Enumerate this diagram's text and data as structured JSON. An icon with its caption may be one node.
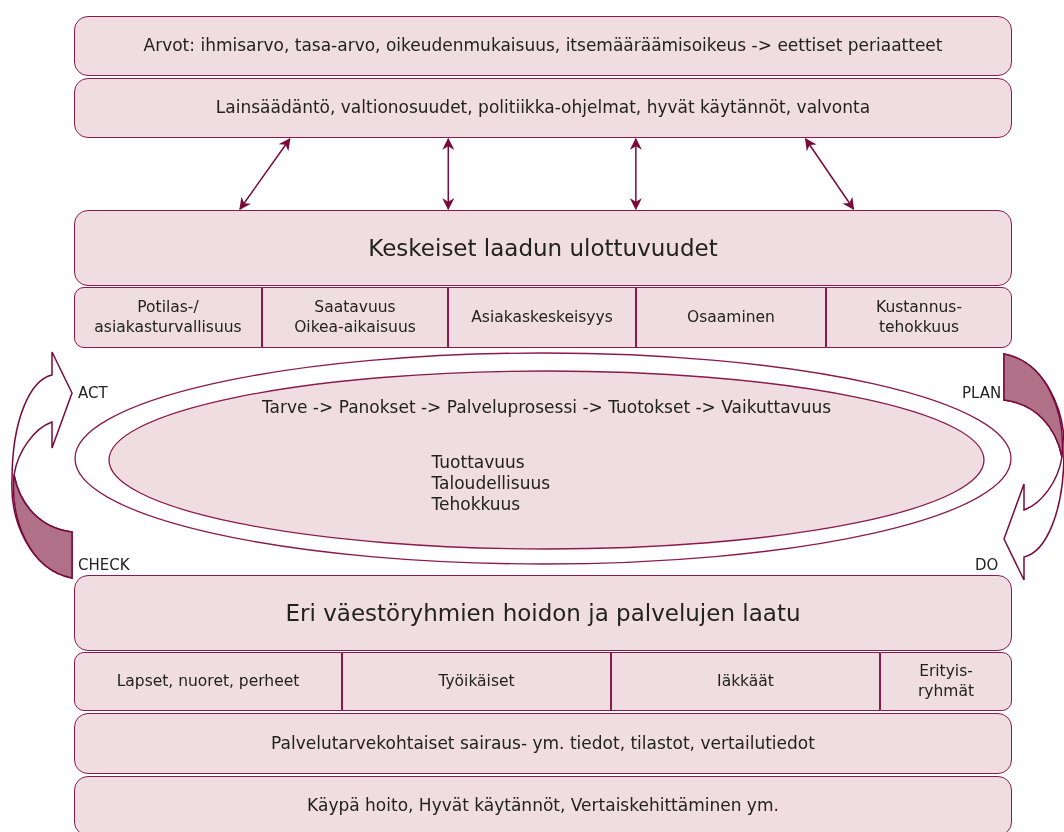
{
  "diagram": {
    "nodes": [
      {
        "text": [
          "Arvot: ihmisarvo, tasa-arvo, oikeudenmukaisuus, itsemääräämisoikeus -> eettiset periaatteet"
        ]
      },
      {
        "text": [
          "Lainsäädäntö, valtionosuudet, politiikka-ohjelmat, hyvät käytännöt, valvonta"
        ]
      },
      {
        "text": [
          "Keskeiset laadun ulottuvuudet"
        ]
      },
      {
        "text": [
          "Potilas-/ asiakasturvallisuus"
        ]
      },
      {
        "text": [
          "Saatavuus Oikea-aikaisuus"
        ]
      },
      {
        "text": [
          "Asiakaskeskeisyys"
        ]
      },
      {
        "text": [
          "Osaaminen"
        ]
      },
      {
        "text": [
          "Kustannus- tehokkuus"
        ]
      },
      {
        "text": [],
        "shape": "ellipse"
      },
      {
        "text": [
          "Tarve -> Panokset -> Palveluprosessi -> Tuotokset -> Vaikuttavuus",
          "Tuottavuus Taloudellisuus Tehokkuus"
        ],
        "in": 8
      },
      {
        "text": [
          "Eri väestöryhmien hoidon ja palvelujen laatu"
        ]
      },
      {
        "text": [
          "Lapset, nuoret, perheet"
        ]
      },
      {
        "text": [
          "Työikäiset"
        ]
      },
      {
        "text": [
          "Iäkkäät"
        ]
      },
      {
        "text": [
          "Erityis- ryhmät"
        ]
      },
      {
        "text": [
          "Palvelutarvekohtaiset sairaus- ym. tiedot, tilastot, vertailutiedot"
        ]
      },
      {
        "text": [
          "Käypä hoito, Hyvät käytännöt, Vertaiskehittäminen ym."
        ]
      }
    ],
    "edges": [
      {
        "from": 1,
        "to": 2,
        "arrow": "both"
      },
      {
        "from": 1,
        "to": 2,
        "arrow": "both"
      },
      {
        "from": 1,
        "to": 2,
        "arrow": "both"
      },
      {
        "from": 1,
        "to": 2,
        "arrow": "both"
      }
    ],
    "labels": [
      "ACT",
      "PLAN",
      "CHECK",
      "DO"
    ]
  }
}
